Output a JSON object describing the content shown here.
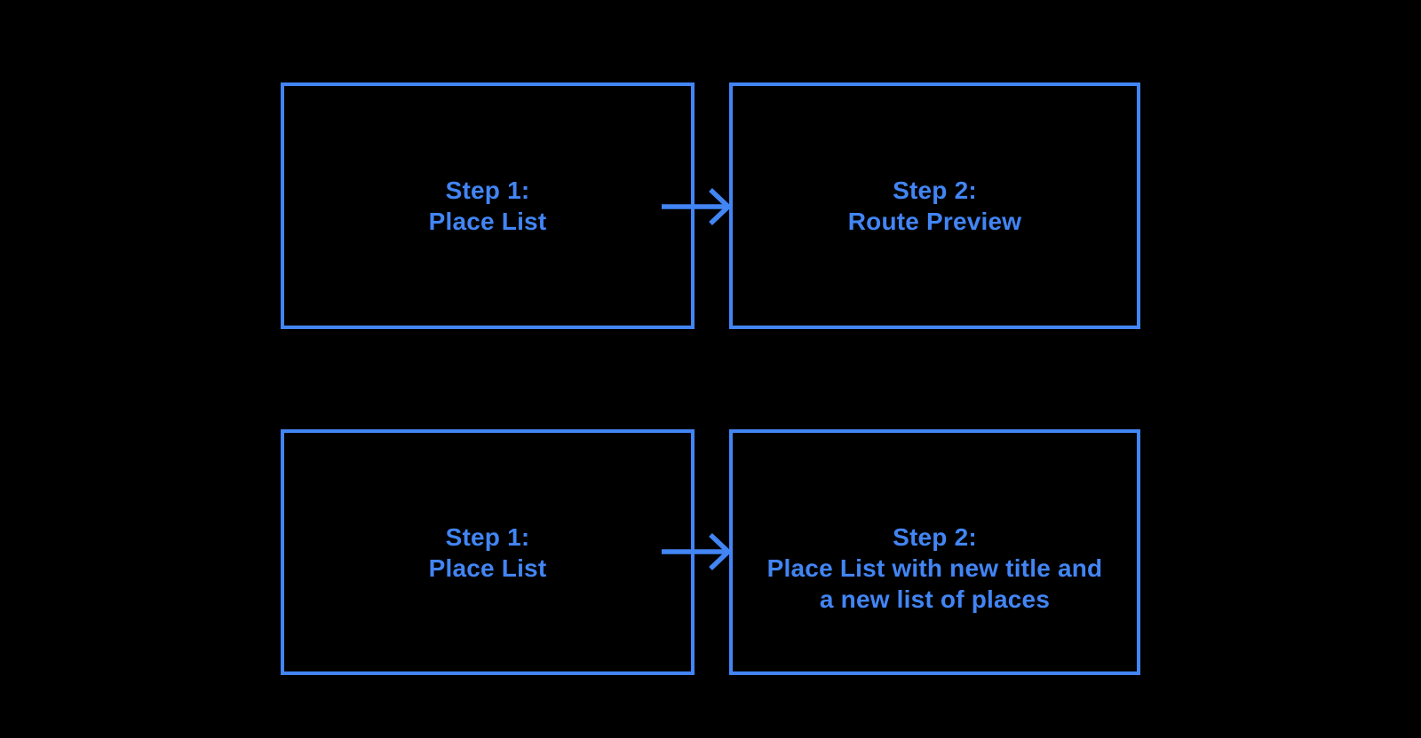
{
  "canvas": {
    "background_color": "#000000",
    "accent_color": "#4285F4"
  },
  "diagram": {
    "type": "flowchart",
    "rows": [
      {
        "source": {
          "label": "Step 1:\nPlace List"
        },
        "connector": "arrow-right",
        "target": {
          "label": "Step 2:\nRoute Preview"
        }
      },
      {
        "source": {
          "label": "Step 1:\nPlace List"
        },
        "connector": "arrow-right",
        "target": {
          "label": "Step 2:\nPlace List with new title and\na new list of places"
        }
      }
    ]
  }
}
